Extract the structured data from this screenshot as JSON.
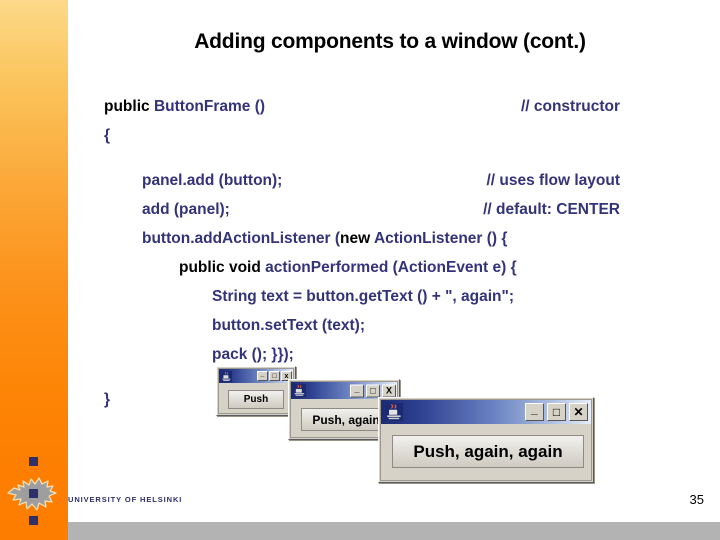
{
  "slide": {
    "title": "Adding components to a window (cont.)",
    "page_number": "35",
    "university": "UNIVERSITY OF HELSINKI",
    "accent_orange_top": "#fcd98a",
    "accent_orange_bottom": "#fd7d00",
    "code_color": "#33337a",
    "keyword_color": "#000000",
    "footer_bar_color": "#b3b3b3"
  },
  "code": {
    "lines": [
      {
        "indent": 0,
        "keyword": "public ",
        "rest": "ButtonFrame ()",
        "comment": "// constructor"
      },
      {
        "indent": 0,
        "keyword": "",
        "rest": "{",
        "comment": ""
      },
      {
        "indent": 1,
        "keyword": "",
        "rest": "panel.add (button);",
        "comment": "// uses flow layout"
      },
      {
        "indent": 1,
        "keyword": "",
        "rest": "add (panel);",
        "comment": "// default: CENTER"
      },
      {
        "indent": 1,
        "keyword": "",
        "rest": "button.addActionListener (",
        "keyword2": "new ",
        "rest2": "ActionListener () {",
        "comment": ""
      },
      {
        "indent": 2,
        "keyword": "public void ",
        "rest": "actionPerformed (ActionEvent e) {",
        "comment": ""
      },
      {
        "indent": 3,
        "keyword": "",
        "rest": "String text = button.getText () + \", again\";",
        "comment": ""
      },
      {
        "indent": 3,
        "keyword": "",
        "rest": "button.setText (text);",
        "comment": ""
      },
      {
        "indent": 3,
        "keyword": "",
        "rest": "pack (); }});",
        "comment": ""
      },
      {
        "indent": 0,
        "keyword": "",
        "rest": "}",
        "comment": ""
      }
    ]
  },
  "windows": [
    {
      "name": "window-push",
      "button_label": "Push",
      "title_text": "",
      "minimize_label": "_",
      "maximize_label": "□",
      "close_label": "x",
      "icon": "java-cup-icon"
    },
    {
      "name": "window-push-again",
      "button_label": "Push, again",
      "title_text": "",
      "minimize_label": "_",
      "maximize_label": "□",
      "close_label": "X",
      "icon": "java-cup-icon"
    },
    {
      "name": "window-push-again-again",
      "button_label": "Push, again, again",
      "title_text": "",
      "minimize_label": "_",
      "maximize_label": "□",
      "close_label": "✕",
      "icon": "java-cup-icon"
    }
  ]
}
